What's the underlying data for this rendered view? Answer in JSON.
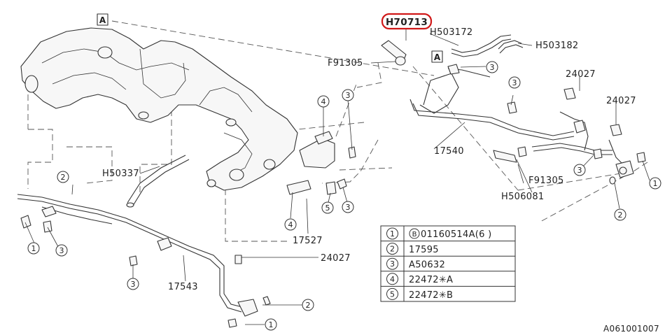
{
  "diagram_id": "A061001007",
  "highlighted_part": "H70713",
  "ref_marker": "A",
  "part_labels": {
    "f91305_top": "F91305",
    "h503172": "H503172",
    "h503182": "H503182",
    "p24027_a": "24027",
    "p24027_b": "24027",
    "p17540": "17540",
    "f91305_bottom": "F91305",
    "h506081": "H506081",
    "h50337": "H50337",
    "p17527": "17527",
    "p24027_c": "24027",
    "p17543": "17543"
  },
  "callout_numbers": [
    "1",
    "2",
    "3",
    "4",
    "5"
  ],
  "legend": [
    {
      "num": "1",
      "code": "01160514A(6 )",
      "prefix": "B"
    },
    {
      "num": "2",
      "code": "17595"
    },
    {
      "num": "3",
      "code": "A50632"
    },
    {
      "num": "4",
      "code": "22472✳A"
    },
    {
      "num": "5",
      "code": "22472✳B"
    }
  ]
}
